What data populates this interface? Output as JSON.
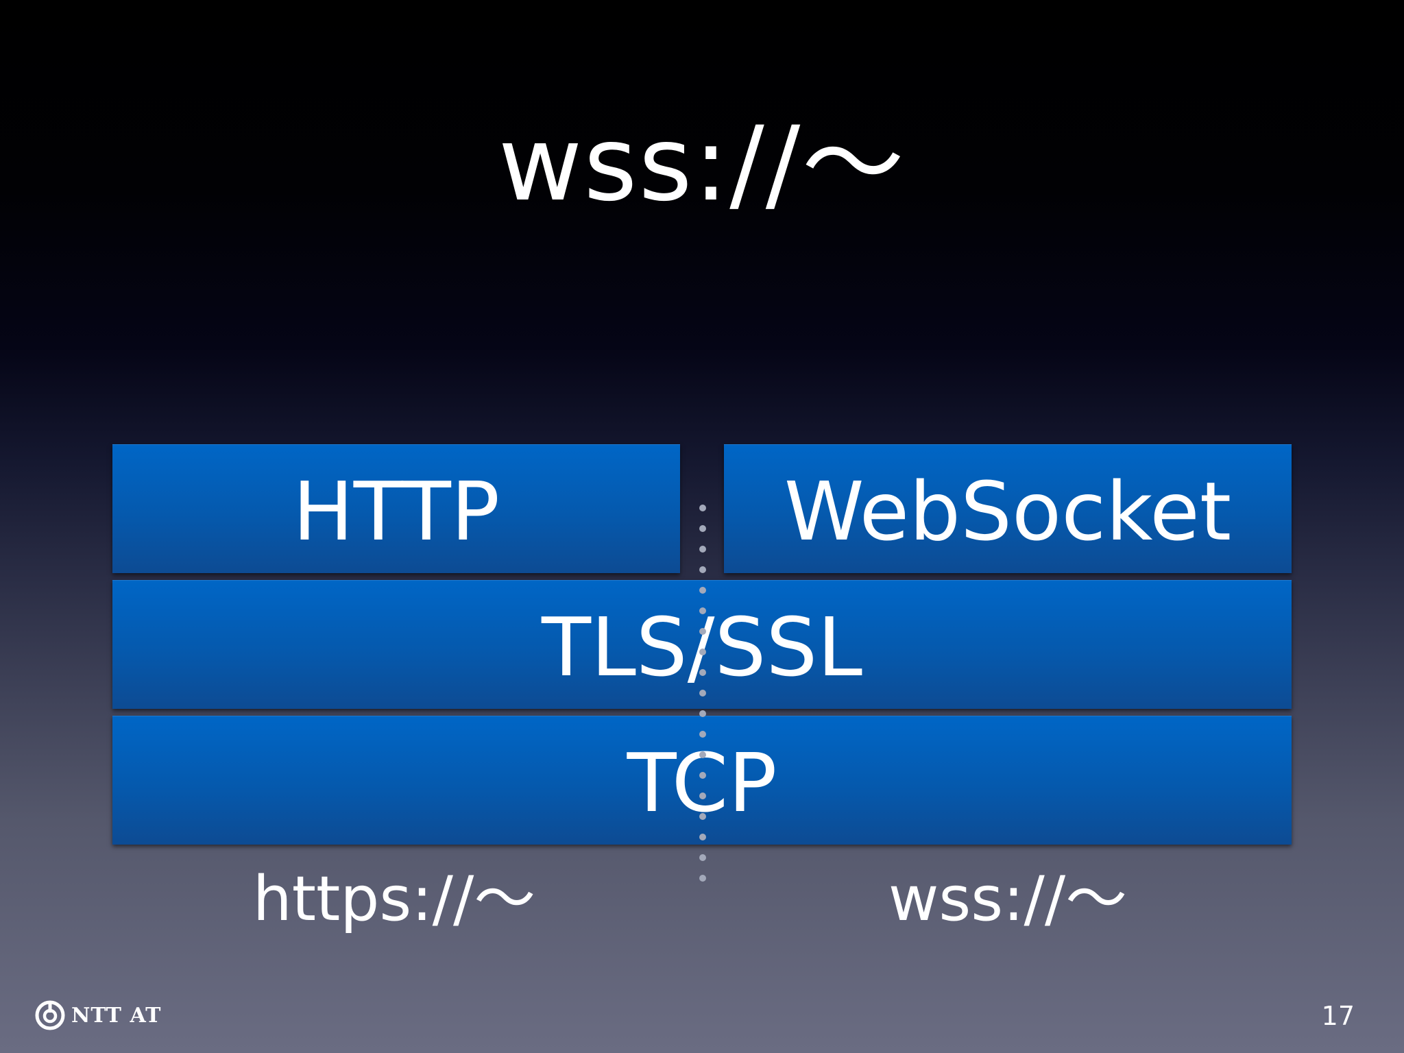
{
  "slide": {
    "title": "wss://〜",
    "page_number": "17",
    "logo_text": "NTT AT"
  },
  "stack": {
    "top_left": "HTTP",
    "top_right": "WebSocket",
    "middle": "TLS/SSL",
    "bottom": "TCP"
  },
  "schemes": {
    "left": "https://〜",
    "right": "wss://〜"
  },
  "colors": {
    "layer_blue": "#0559ad",
    "divider_dots": "#a3a9ba",
    "text": "#ffffff"
  }
}
